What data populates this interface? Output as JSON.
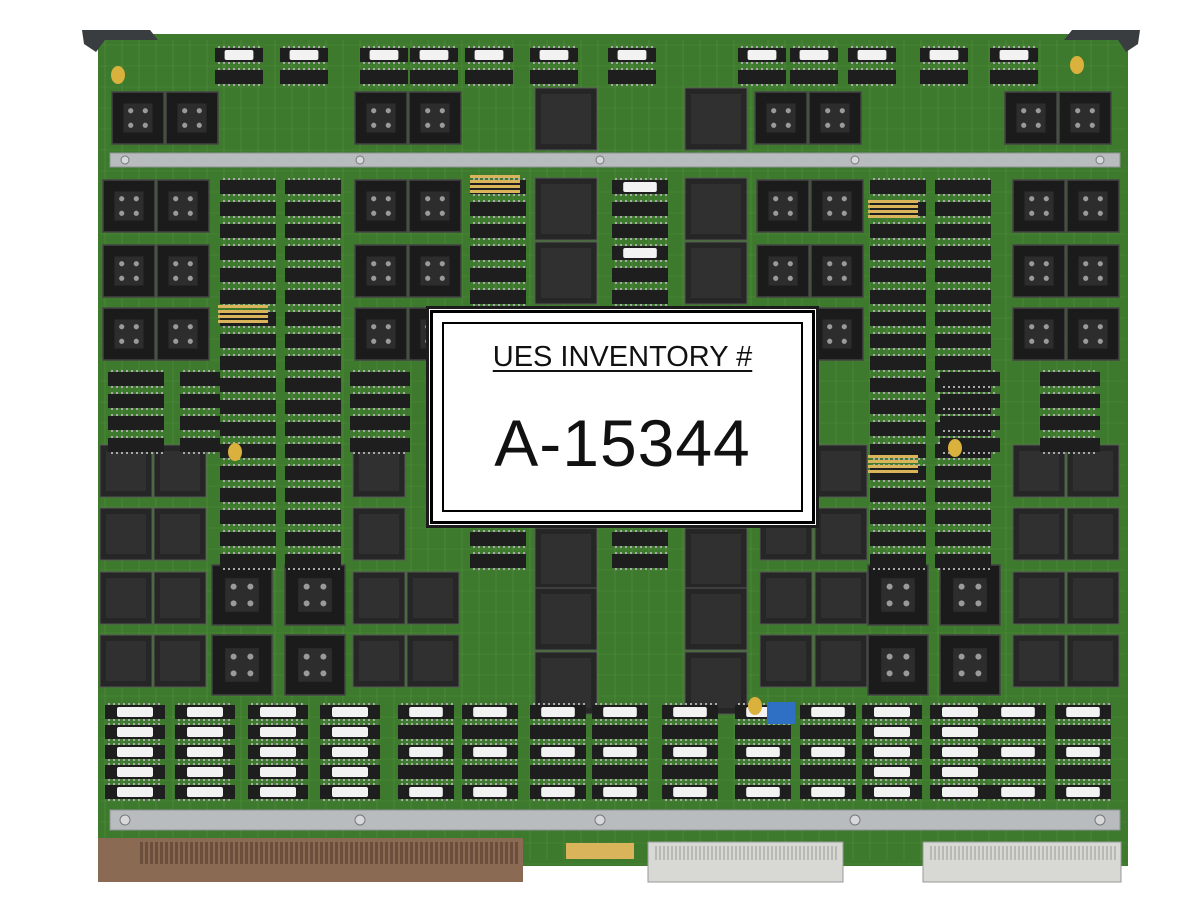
{
  "image": {
    "subject": "circuit-board",
    "colors": {
      "background": "#ffffff",
      "pcb": "#3e7a2e",
      "pcb_dark": "#2c5e22",
      "trace": "#7fb85a",
      "chip": "#262626",
      "socket": "#1b1b1b",
      "rail": "#b9bcbf",
      "gold": "#d9b45a",
      "connector": "#8a6a52"
    }
  },
  "inventory_label": {
    "header": "UES INVENTORY #",
    "number": "A-15344"
  }
}
